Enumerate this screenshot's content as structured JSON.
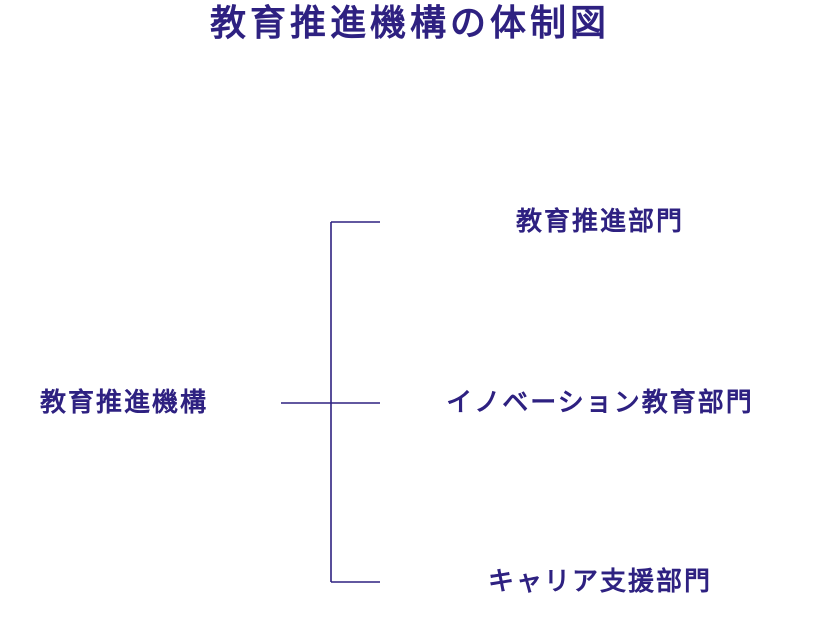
{
  "diagram": {
    "title": "教育推進機構の体制図",
    "root": {
      "label": "教育推進機構"
    },
    "branches": [
      {
        "label": "教育推進部門"
      },
      {
        "label": "イノベーション教育部門"
      },
      {
        "label": "キャリア支援部門"
      }
    ]
  },
  "colors": {
    "text": "#2e2181",
    "line": "#2e2181",
    "background": "#ffffff"
  }
}
